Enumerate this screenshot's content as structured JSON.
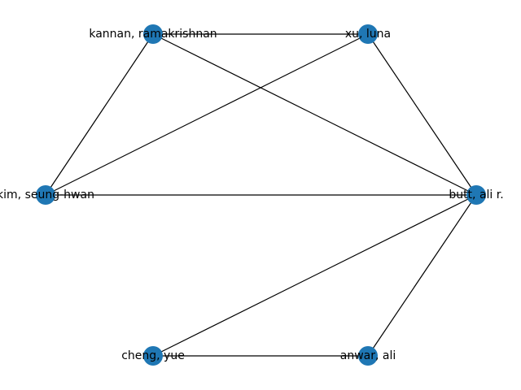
{
  "graph": {
    "node_color": "#1f77b4",
    "edge_color": "#000000",
    "nodes": [
      {
        "id": "kannan",
        "label": "kannan, ramakrishnan"
      },
      {
        "id": "xu",
        "label": "xu, luna"
      },
      {
        "id": "kim",
        "label": "kim, seung-hwan"
      },
      {
        "id": "butt",
        "label": "butt, ali r."
      },
      {
        "id": "cheng",
        "label": "cheng, yue"
      },
      {
        "id": "anwar",
        "label": "anwar, ali"
      }
    ],
    "edges": [
      [
        "kannan",
        "xu"
      ],
      [
        "kannan",
        "kim"
      ],
      [
        "kannan",
        "butt"
      ],
      [
        "xu",
        "kim"
      ],
      [
        "xu",
        "butt"
      ],
      [
        "kim",
        "butt"
      ],
      [
        "butt",
        "cheng"
      ],
      [
        "butt",
        "anwar"
      ],
      [
        "cheng",
        "anwar"
      ]
    ]
  }
}
